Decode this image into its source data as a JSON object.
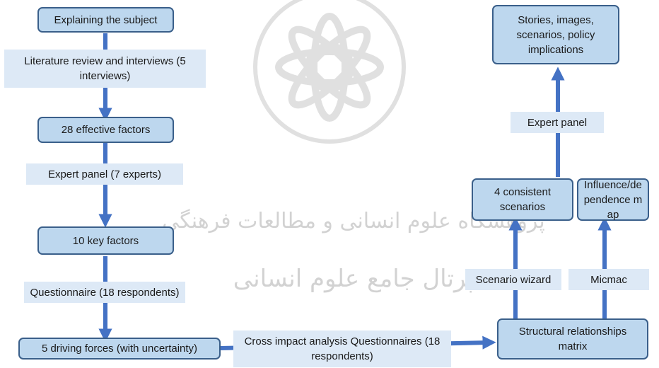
{
  "colors": {
    "node_fill": "#bdd7ee",
    "node_border": "#3a5f8a",
    "label_fill": "#dde9f6",
    "arrow": "#4472c4",
    "watermark": "#c8c8c8"
  },
  "watermark": {
    "line1": "پژوهشگاه علوم انسانی و مطالعات فرهنگی",
    "line2": "پرتال جامع علوم انسانی"
  },
  "nodes": {
    "explaining_subject": "Explaining the subject",
    "effective_factors": "28 effective factors",
    "key_factors": "10 key factors",
    "driving_forces": "5 driving forces (with uncertainty)",
    "structural_matrix": "Structural relationships matrix",
    "consistent_scenarios": "4 consistent scenarios",
    "influence_map": "Influence/dependence map",
    "stories": "Stories, images, scenarios, policy implications"
  },
  "labels": {
    "literature_review": "Literature review and interviews (5 interviews)",
    "expert_panel_7": "Expert panel (7 experts)",
    "questionnaire": "Questionnaire (18 respondents)",
    "cross_impact": "Cross impact analysis Questionnaires (18 respondents)",
    "scenario_wizard": "Scenario wizard",
    "micmac": "Micmac",
    "expert_panel": "Expert panel"
  }
}
